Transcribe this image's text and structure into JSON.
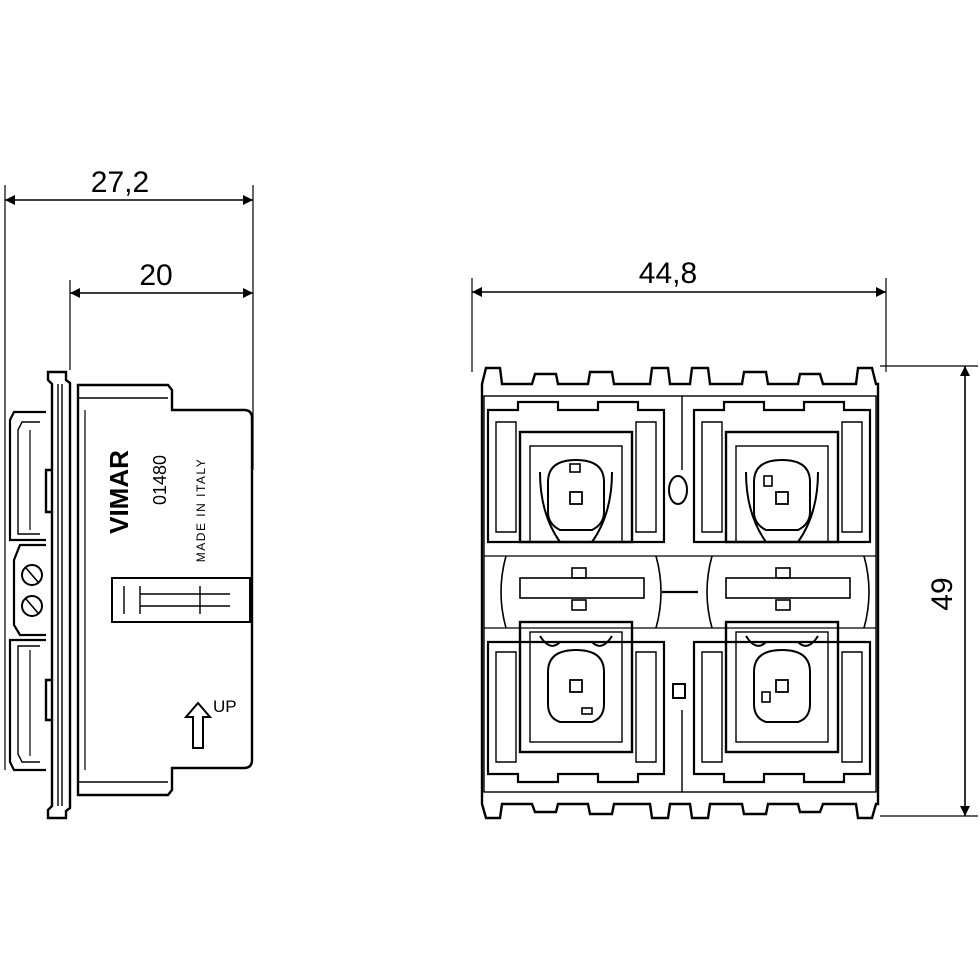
{
  "dimensions": {
    "side_total_depth": "27,2",
    "side_body_depth": "20",
    "front_width": "44,8",
    "front_height": "49"
  },
  "markings": {
    "brand": "VIMAR",
    "code": "01480",
    "origin": "MADE IN ITALY",
    "orientation": "UP"
  },
  "colors": {
    "line": "#000000",
    "background": "#ffffff"
  }
}
